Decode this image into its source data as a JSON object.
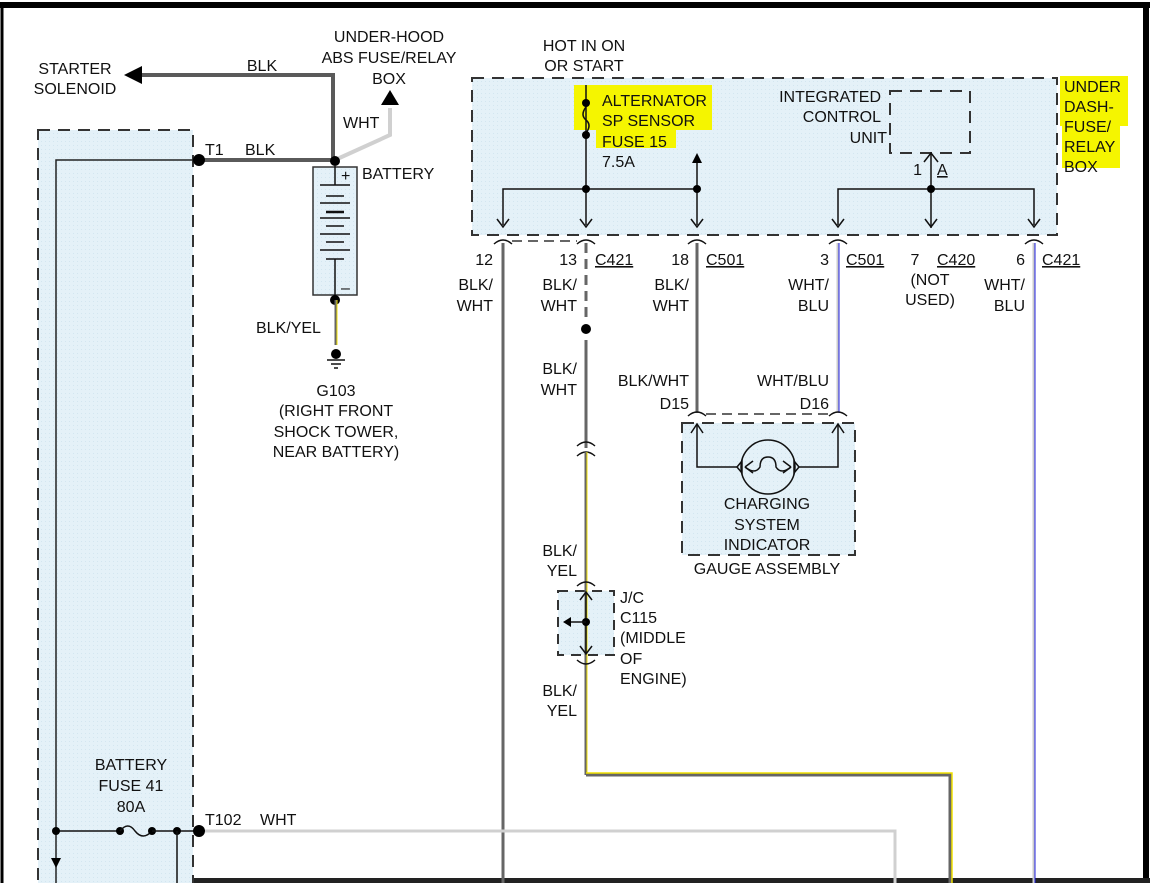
{
  "diagram": {
    "type": "wiring-schematic",
    "subject": "Charging system indicator circuit",
    "colors": {
      "component_fill": "#e6f2f8",
      "wire_black": "#5a5a5a",
      "wire_white": "#d0d0d0",
      "wire_yellow": "#f0e000",
      "wire_blue": "#2020e0",
      "highlight": "#f5f500",
      "frame": "#000000"
    },
    "top_left": {
      "starter_solenoid": [
        "STARTER",
        "SOLENOID"
      ],
      "starter_wire": "BLK",
      "abs_box": [
        "UNDER-HOOD",
        "ABS FUSE/RELAY",
        "BOX"
      ],
      "abs_wire": "WHT",
      "t1_label": "T1",
      "t1_wire": "BLK"
    },
    "battery": {
      "label": "BATTERY",
      "plus": "+",
      "minus": "–",
      "ground_wire": "BLK/YEL",
      "ground": [
        "G103",
        "(RIGHT FRONT",
        "SHOCK TOWER,",
        "NEAR BATTERY)"
      ]
    },
    "under_dash_box": {
      "hot_label": [
        "HOT IN ON",
        "OR START"
      ],
      "fuse": [
        "ALTERNATOR",
        "SP SENSOR",
        "FUSE 15"
      ],
      "fuse_rating": "7.5A",
      "icu": [
        "INTEGRATED",
        "CONTROL",
        "UNIT"
      ],
      "icu_pin": "1",
      "icu_connector": "A",
      "box_label": [
        "UNDER",
        "DASH-",
        "FUSE/",
        "RELAY",
        "BOX"
      ]
    },
    "connectors": [
      {
        "pin": "12",
        "connector": "",
        "wire": [
          "BLK/",
          "WHT"
        ]
      },
      {
        "pin": "13",
        "connector": "C421",
        "wire": [
          "BLK/",
          "WHT"
        ]
      },
      {
        "pin": "18",
        "connector": "C501",
        "wire": [
          "BLK/",
          "WHT"
        ]
      },
      {
        "pin": "3",
        "connector": "C501",
        "wire": [
          "WHT/",
          "BLU"
        ]
      },
      {
        "pin": "7",
        "connector": "C420",
        "wire": [
          "(NOT",
          "USED)"
        ]
      },
      {
        "pin": "6",
        "connector": "C421",
        "wire": [
          "WHT/",
          "BLU"
        ]
      }
    ],
    "mid": {
      "wire_13_lower": [
        "BLK/",
        "WHT"
      ],
      "d15_wire": "BLK/WHT",
      "d15": "D15",
      "d16_wire": "WHT/BLU",
      "d16": "D16"
    },
    "gauge": {
      "indicator": [
        "CHARGING",
        "SYSTEM",
        "INDICATOR"
      ],
      "assembly": "GAUGE ASSEMBLY"
    },
    "junction": {
      "upper_wire": [
        "BLK/",
        "YEL"
      ],
      "label": [
        "J/C",
        "C115",
        "(MIDDLE",
        "OF",
        "ENGINE)"
      ],
      "lower_wire": [
        "BLK/",
        "YEL"
      ]
    },
    "battery_fuse": {
      "label": [
        "BATTERY",
        "FUSE 41",
        "80A"
      ],
      "terminal": "T102",
      "wire": "WHT"
    }
  }
}
